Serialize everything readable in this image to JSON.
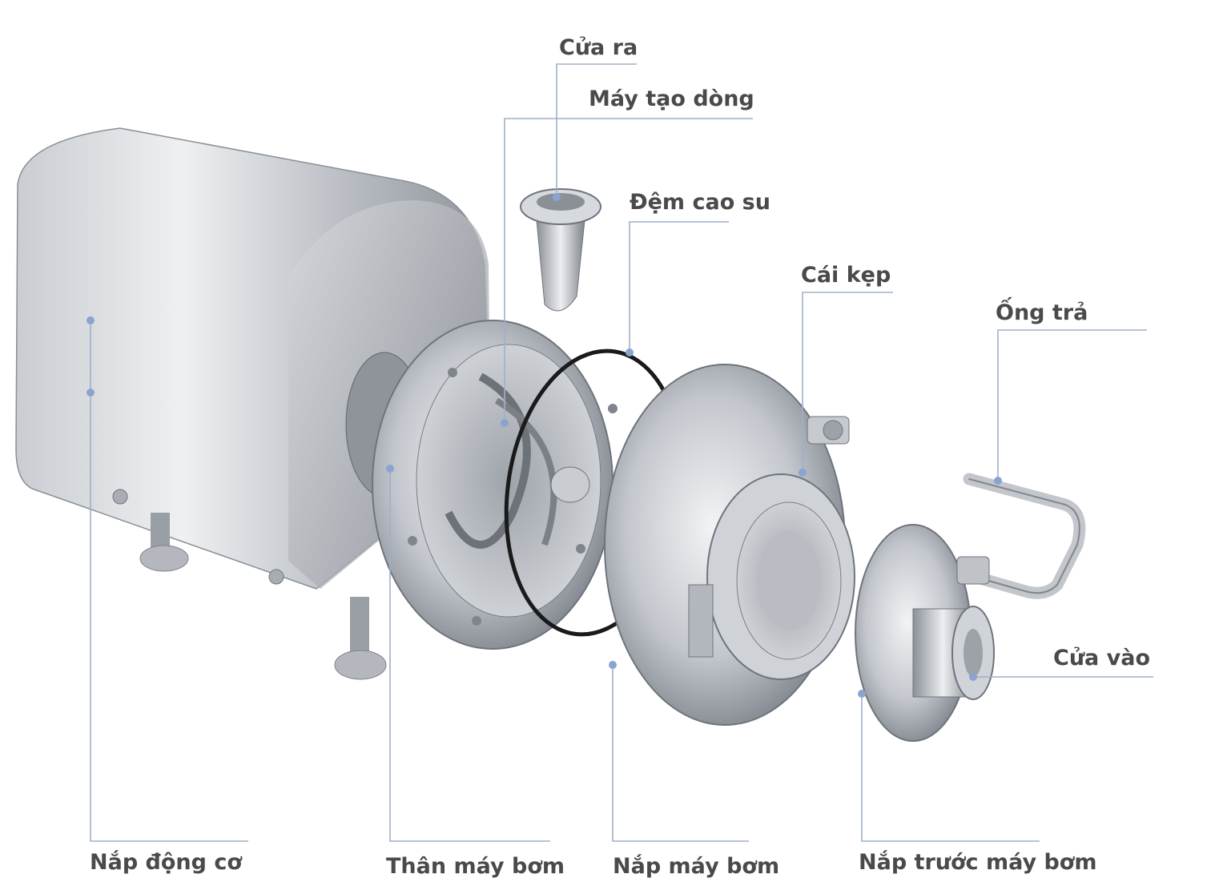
{
  "labels": {
    "outlet": "Cửa ra",
    "impeller": "Máy tạo dòng",
    "gasket": "Đệm cao su",
    "clamp": "Cái kẹp",
    "return_pipe": "Ống trả",
    "inlet": "Cửa vào",
    "motor_cover": "Nắp động cơ",
    "pump_body": "Thân máy bơm",
    "pump_cover": "Nắp máy bơm",
    "front_cover": "Nắp trước máy bơm"
  },
  "colors": {
    "label_text": "#4a4a4a",
    "leader_line": "#9fb0c8",
    "leader_dot": "#8aa4d0",
    "steel_light": "#e4e6ea",
    "steel_mid": "#b8bcc3",
    "steel_dark": "#6f747c",
    "gasket": "#1a1a1a"
  }
}
